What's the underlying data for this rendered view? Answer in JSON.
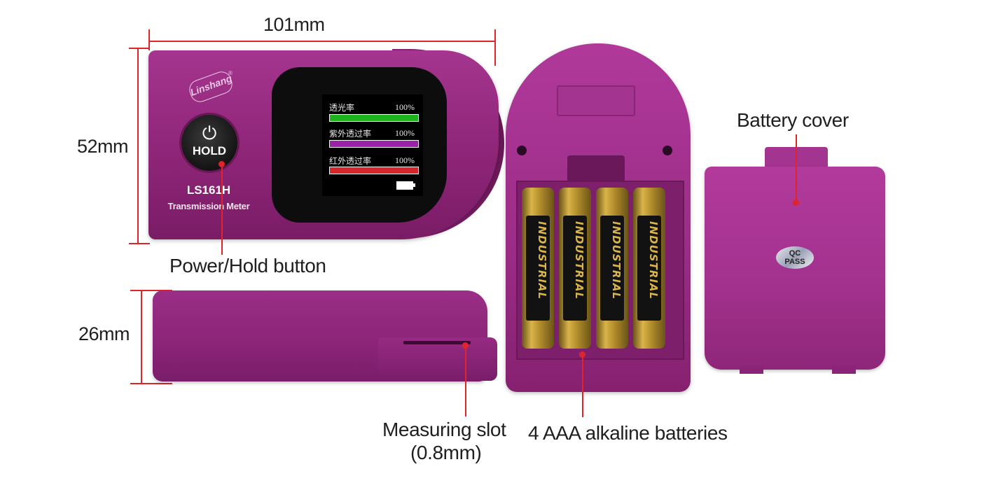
{
  "dimensions": {
    "width_label": "101mm",
    "height_label": "52mm",
    "thickness_label": "26mm"
  },
  "device": {
    "brand": "Linshang",
    "registered_mark": "®",
    "model": "LS161H",
    "model_subtitle": "Transmission Meter",
    "button_label": "HOLD",
    "power_symbol": "⏻",
    "screen": {
      "rows": [
        {
          "label": "透光率",
          "value": "100%",
          "color": "#1db31d"
        },
        {
          "label": "紫外透过率",
          "value": "100%",
          "color": "#9a22a8"
        },
        {
          "label": "红外透过率",
          "value": "100%",
          "color": "#d7262b"
        }
      ]
    }
  },
  "battery_brand": "INDUSTRIAL",
  "callouts": {
    "power_hold": "Power/Hold button",
    "measuring_slot_line1": "Measuring slot",
    "measuring_slot_line2": "(0.8mm)",
    "batteries": "4 AAA alkaline batteries",
    "battery_cover": "Battery cover"
  },
  "cover_badge": {
    "line1": "QC",
    "line2": "PASS"
  },
  "colors": {
    "accent_red": "#e0242b",
    "device_purple": "#9a2c86"
  }
}
